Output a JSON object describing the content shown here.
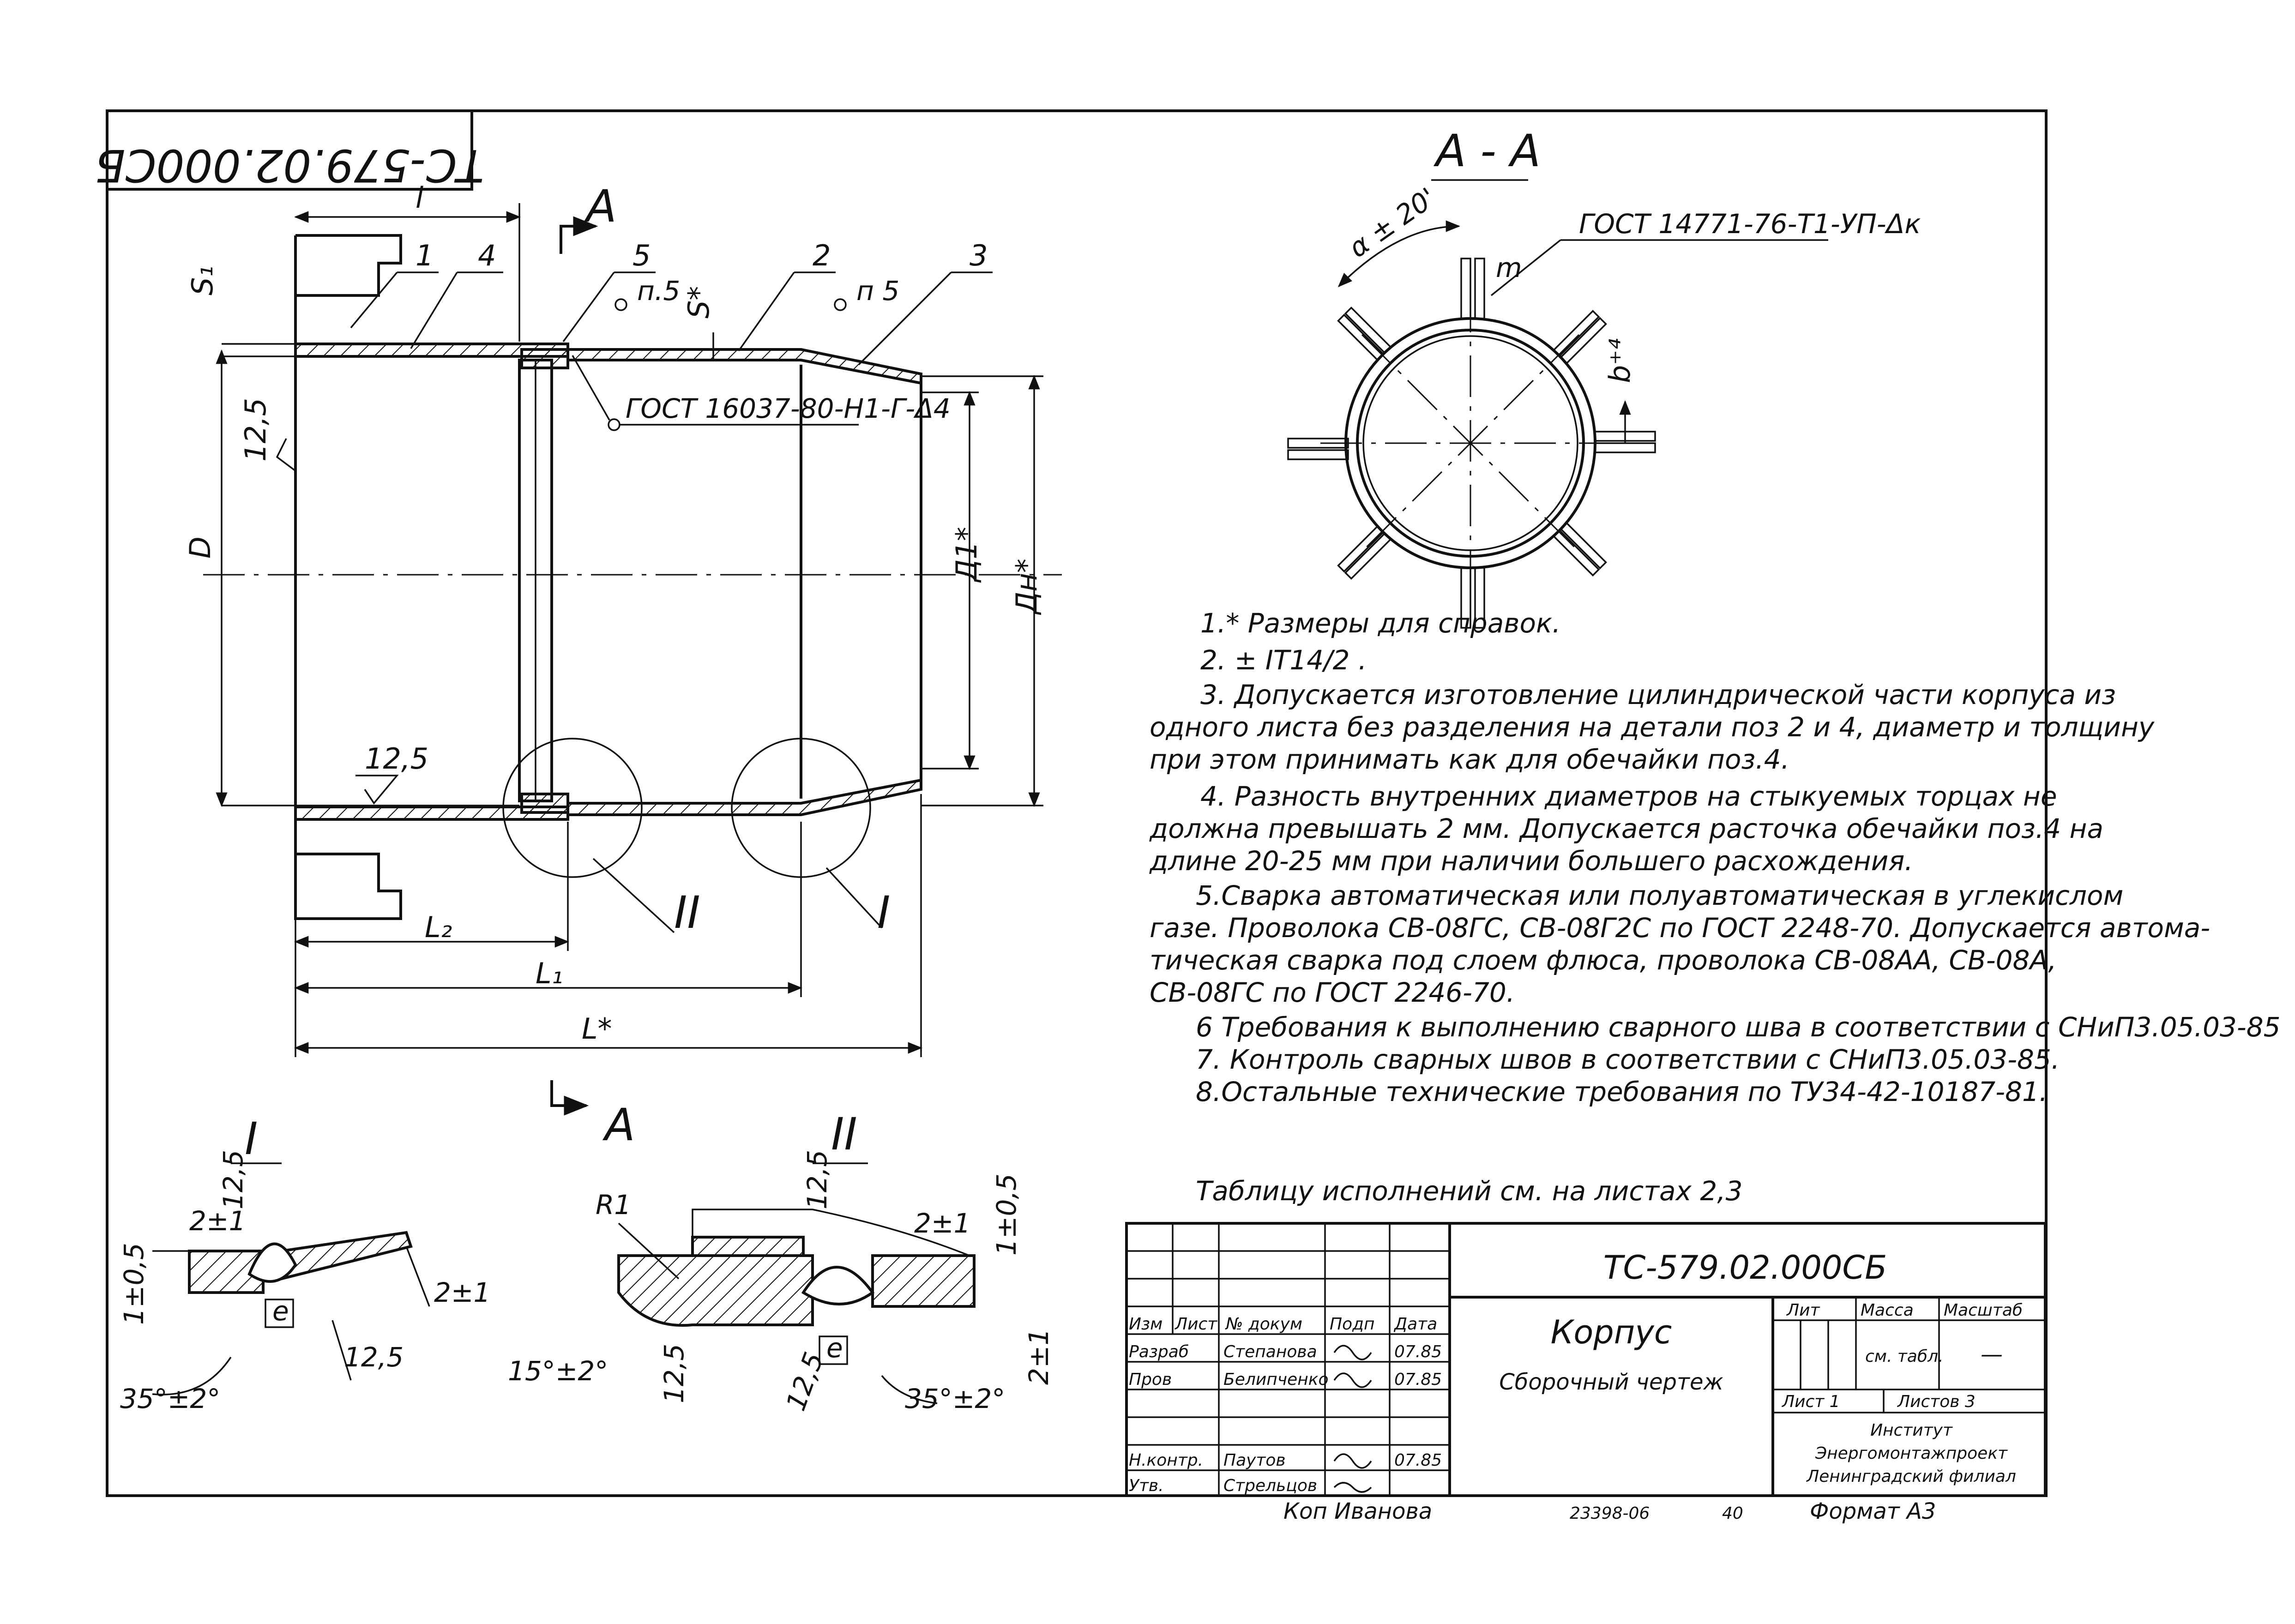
{
  "stamp": {
    "rotated_designation": "ТС-579.02.000СБ"
  },
  "main_view": {
    "dims": {
      "l": "l",
      "S1": "S₁",
      "S": "S*",
      "D": "D",
      "Dn": "Дн*",
      "Dv": "Д1*",
      "L2": "L₂",
      "L1": "L₁",
      "L": "L*"
    },
    "positions": [
      "1",
      "4",
      "5",
      "2",
      "3"
    ],
    "weld_refs": [
      "п.5",
      "п 5"
    ],
    "weld_note": "ГОСТ 16037-80-Н1-Г-Δ4",
    "roughness": [
      "12,5",
      "12,5"
    ],
    "section_mark": "А",
    "detail_marks": [
      "II",
      "I"
    ]
  },
  "section_view": {
    "title": "А - А",
    "angle": "α ± 20'",
    "weld_note": "ГОСТ 14771-76-Т1-УП-Δк",
    "m": "m",
    "b": "b⁺⁴"
  },
  "notes": [
    "1.* Размеры для справок.",
    "2. ± IT14/2 .",
    "3. Допускается изготовление цилиндрической части корпуса из",
    "одного листа без разделения на детали поз 2 и 4, диаметр и толщину",
    "при этом принимать как для обечайки поз.4.",
    "4. Разность внутренних диаметров на стыкуемых торцах не",
    "должна превышать 2 мм. Допускается расточка обечайки поз.4 на",
    "длине 20-25 мм при наличии большего расхождения.",
    "5.Сварка автоматическая или полуавтоматическая в углекислом",
    "газе. Проволока СВ-08ГС, СВ-08Г2С по ГОСТ 2248-70. Допускается автома-",
    "тическая сварка под слоем флюса, проволока СВ-08АА, СВ-08А,",
    "СВ-08ГС по ГОСТ 2246-70.",
    "6 Требования к выполнению сварного шва в соответствии с СНиП3.05.03-85",
    "7. Контроль сварных швов в соответствии с СНиП3.05.03-85.",
    "8.Остальные технические требования по ТУ34-42-10187-81."
  ],
  "table_ref": "Таблицу исполнений см. на листах 2,3",
  "detail_I": {
    "title": "I",
    "labels": [
      "2±1",
      "12,5",
      "1±0,5",
      "e",
      "2±1",
      "12,5",
      "35°±2°"
    ]
  },
  "detail_II": {
    "title": "II",
    "labels": [
      "R1",
      "12,5",
      "2±1",
      "1±0,5",
      "e",
      "15°±2°",
      "12,5",
      "12,5",
      "35°±2°",
      "2±1"
    ]
  },
  "title_block": {
    "designation": "ТС-579.02.000СБ",
    "name": "Корпус",
    "doc_type": "Сборочный чертеж",
    "headers": {
      "lit": "Лит",
      "mass": "Масса",
      "scale": "Масштаб"
    },
    "mass_value": "см. табл.",
    "scale_value": "—",
    "sheet": "Лист 1",
    "sheets": "Листов 3",
    "org": [
      "Институт",
      "Энергомонтажпроект",
      "Ленинградский филиал"
    ],
    "col_headers": [
      "Изм",
      "Лист",
      "№ докум",
      "Подп",
      "Дата"
    ],
    "rows": [
      {
        "role": "Разраб",
        "name": "Степанова",
        "sign": "",
        "date": "07.85"
      },
      {
        "role": "Пров",
        "name": "Белипченко",
        "sign": "",
        "date": "07.85"
      },
      {
        "role": "Н.контр.",
        "name": "Паутов",
        "sign": "",
        "date": "07.85"
      },
      {
        "role": "Утв.",
        "name": "Стрельцов",
        "sign": "",
        "date": ""
      }
    ]
  },
  "footer": {
    "copied": "Коп Иванова",
    "inv": "23398-06",
    "num": "40",
    "format": "Формат А3"
  }
}
